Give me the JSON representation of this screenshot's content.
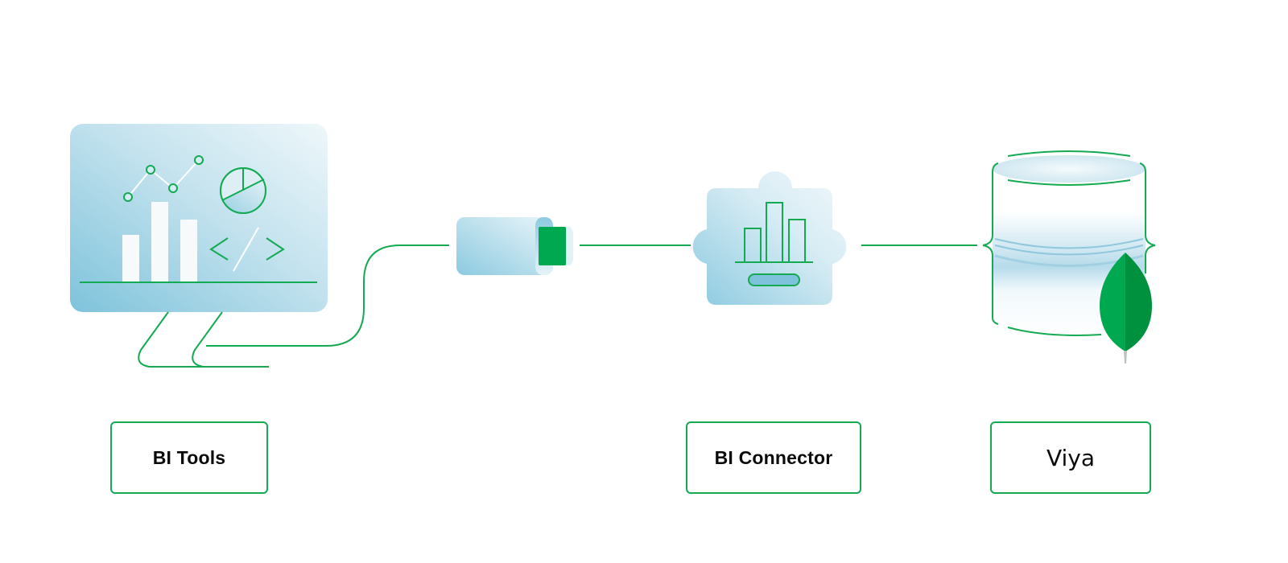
{
  "diagram": {
    "nodes": [
      {
        "id": "bi-tools",
        "label": "BI Tools",
        "icon": "monitor-dashboard-icon"
      },
      {
        "id": "cable-connector",
        "label": "",
        "icon": "plug-connector-icon"
      },
      {
        "id": "bi-connector",
        "label": "BI Connector",
        "icon": "puzzle-piece-chart-icon"
      },
      {
        "id": "viya",
        "label": "Viya",
        "icon": "database-cylinder-icon",
        "badge": "mongodb-leaf-icon"
      }
    ],
    "edges": [
      {
        "from": "bi-tools",
        "to": "cable-connector"
      },
      {
        "from": "cable-connector",
        "to": "bi-connector"
      },
      {
        "from": "bi-connector",
        "to": "viya"
      }
    ]
  },
  "labels": {
    "bi_tools": "BI Tools",
    "bi_connector": "BI Connector",
    "viya": "Viya"
  },
  "colors": {
    "line_green": "#13AA52",
    "leaf_green": "#00A94F",
    "leaf_dark": "#00913F",
    "blue_light": "#E8F4F8",
    "blue_mid": "#7FC4DC"
  }
}
